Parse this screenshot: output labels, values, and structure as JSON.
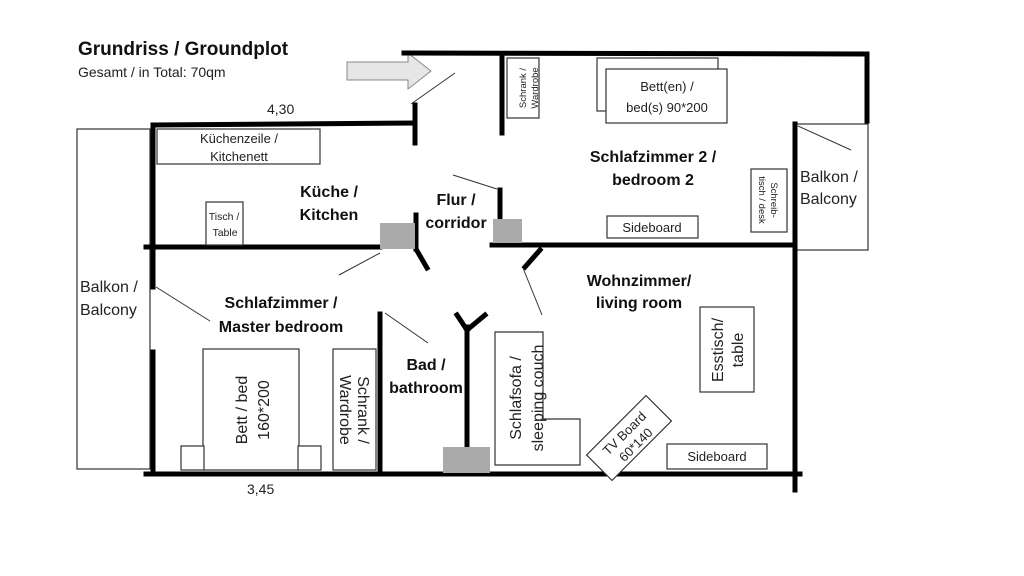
{
  "header": {
    "title": "Grundriss / Groundplot",
    "subtitle": "Gesamt / in Total: 70qm"
  },
  "dimensions": {
    "top": "4,30",
    "bottom": "3,45"
  },
  "rooms": {
    "kitchen": {
      "line1": "Küche /",
      "line2": "Kitchen"
    },
    "corridor": {
      "line1": "Flur /",
      "line2": "corridor"
    },
    "bedroom2": {
      "line1": "Schlafzimmer 2 /",
      "line2": "bedroom 2"
    },
    "master": {
      "line1": "Schlafzimmer /",
      "line2": "Master bedroom"
    },
    "bathroom": {
      "line1": "Bad /",
      "line2": "bathroom"
    },
    "living": {
      "line1": "Wohnzimmer/",
      "line2": "living room"
    },
    "balcony_left": {
      "line1": "Balkon /",
      "line2": "Balcony"
    },
    "balcony_right": {
      "line1": "Balkon /",
      "line2": "Balcony"
    }
  },
  "furniture": {
    "kitchenette": {
      "line1": "Küchenzeile /",
      "line2": "Kitchenett"
    },
    "kitchen_table": {
      "line1": "Tisch /",
      "line2": "Table"
    },
    "wardrobe_bedroom2": {
      "line1": "Schrank /",
      "line2": "Wardrobe"
    },
    "beds_bedroom2": {
      "line1": "Bett(en) /",
      "line2": "bed(s) 90*200"
    },
    "desk": {
      "line1": "Schreib-",
      "line2": "tisch / desk"
    },
    "sideboard_bedroom2": {
      "label": "Sideboard"
    },
    "master_bed": {
      "line1": "Bett / bed",
      "line2": "160*200"
    },
    "master_wardrobe": {
      "line1": "Schrank /",
      "line2": "Wardrobe"
    },
    "sofa": {
      "line1": "Schlafsofa /",
      "line2": "sleeping couch"
    },
    "tv_board": {
      "line1": "TV Board",
      "line2": "60*140"
    },
    "dining_table": {
      "line1": "Esstisch/",
      "line2": "table"
    },
    "sideboard_living": {
      "label": "Sideboard"
    }
  },
  "icons": {
    "entrance": "entrance-arrow-icon"
  },
  "colors": {
    "wall": "#000000",
    "pillar": "#aaaaaa",
    "arrow_fill": "#e6e6e6"
  }
}
